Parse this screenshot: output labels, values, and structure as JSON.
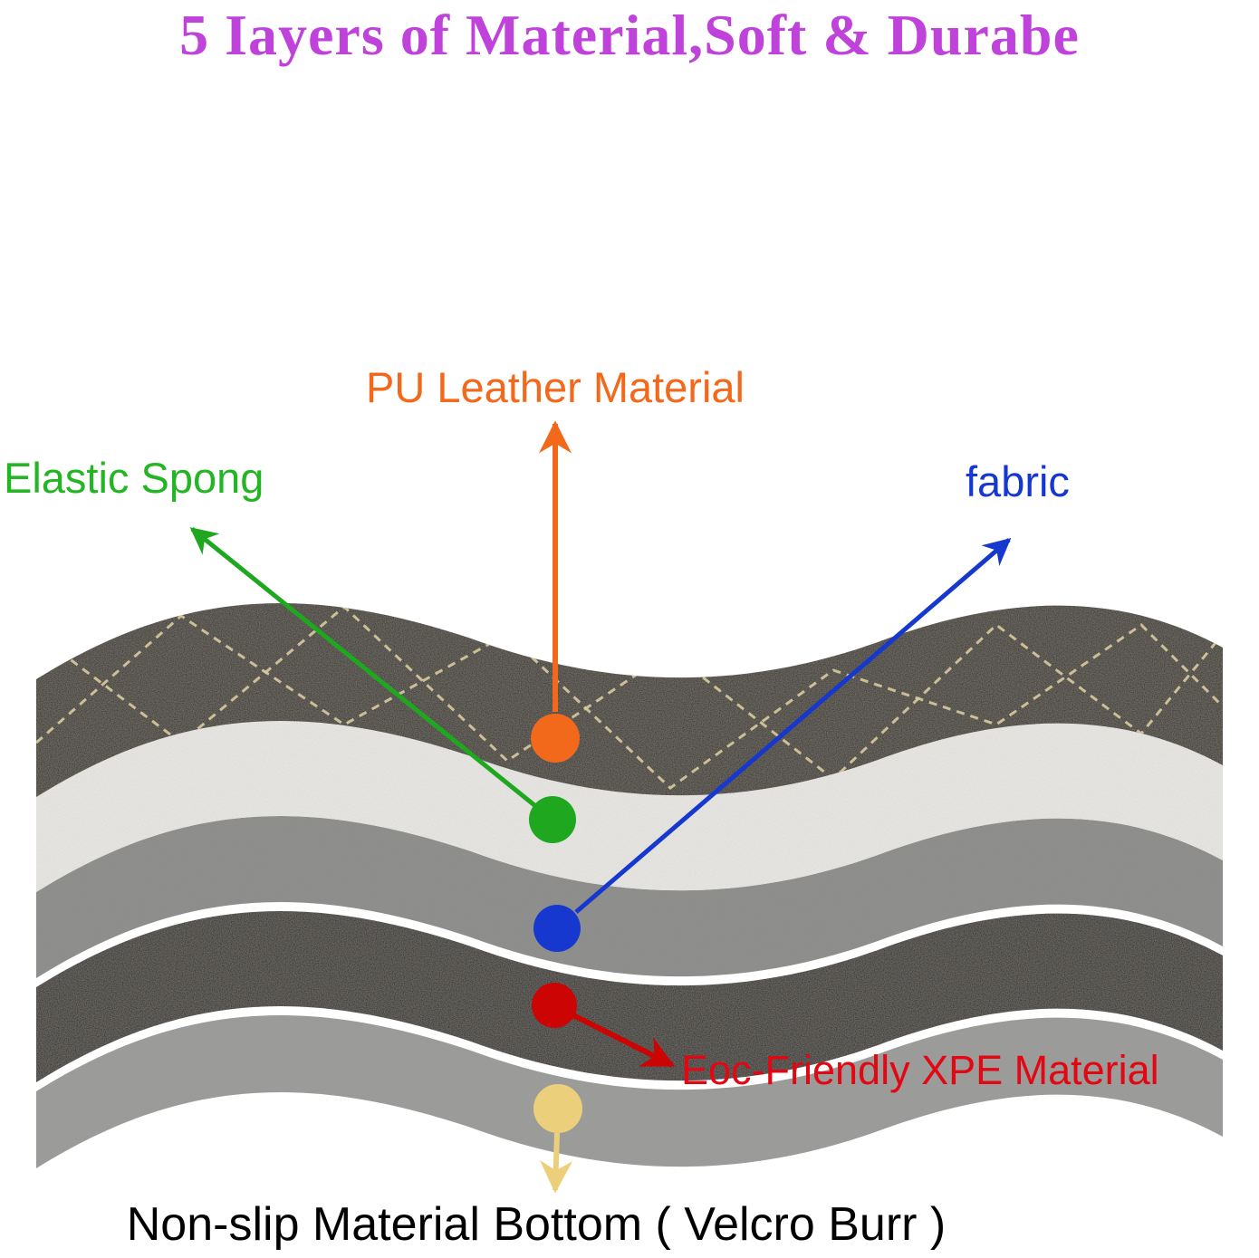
{
  "title": {
    "text": "5 Iayers of Material,Soft & Durabe",
    "color": "#bf42da"
  },
  "labels": {
    "pu_leather": {
      "text": "PU Leather Material",
      "color": "#f2691c"
    },
    "elastic_sponge": {
      "text": "Elastic Spong",
      "color": "#23b523"
    },
    "fabric": {
      "text": "fabric",
      "color": "#1638cf"
    },
    "xpe": {
      "text": "Eoc-Friendly XPE Material",
      "color": "#e30613"
    },
    "bottom": {
      "text": "Non-slip Material Bottom ( Velcro Burr )",
      "color": "#000000"
    }
  },
  "layers": [
    {
      "name": "PU Leather",
      "color": "#201d19"
    },
    {
      "name": "Elastic Sponge",
      "color": "#ebe9e5"
    },
    {
      "name": "Fabric",
      "color": "#8d8d8b"
    },
    {
      "name": "XPE Foam",
      "color": "#161616"
    },
    {
      "name": "Non-slip Bottom",
      "color": "#9c9c9a"
    }
  ],
  "markers": {
    "pu_leather": {
      "color": "#f2691c"
    },
    "elastic_sponge": {
      "color": "#1fa81f"
    },
    "fabric": {
      "color": "#1638cf"
    },
    "xpe": {
      "color": "#cc0404"
    },
    "bottom": {
      "color": "#eccf7a"
    }
  },
  "stitch_color": "#d8cba0"
}
